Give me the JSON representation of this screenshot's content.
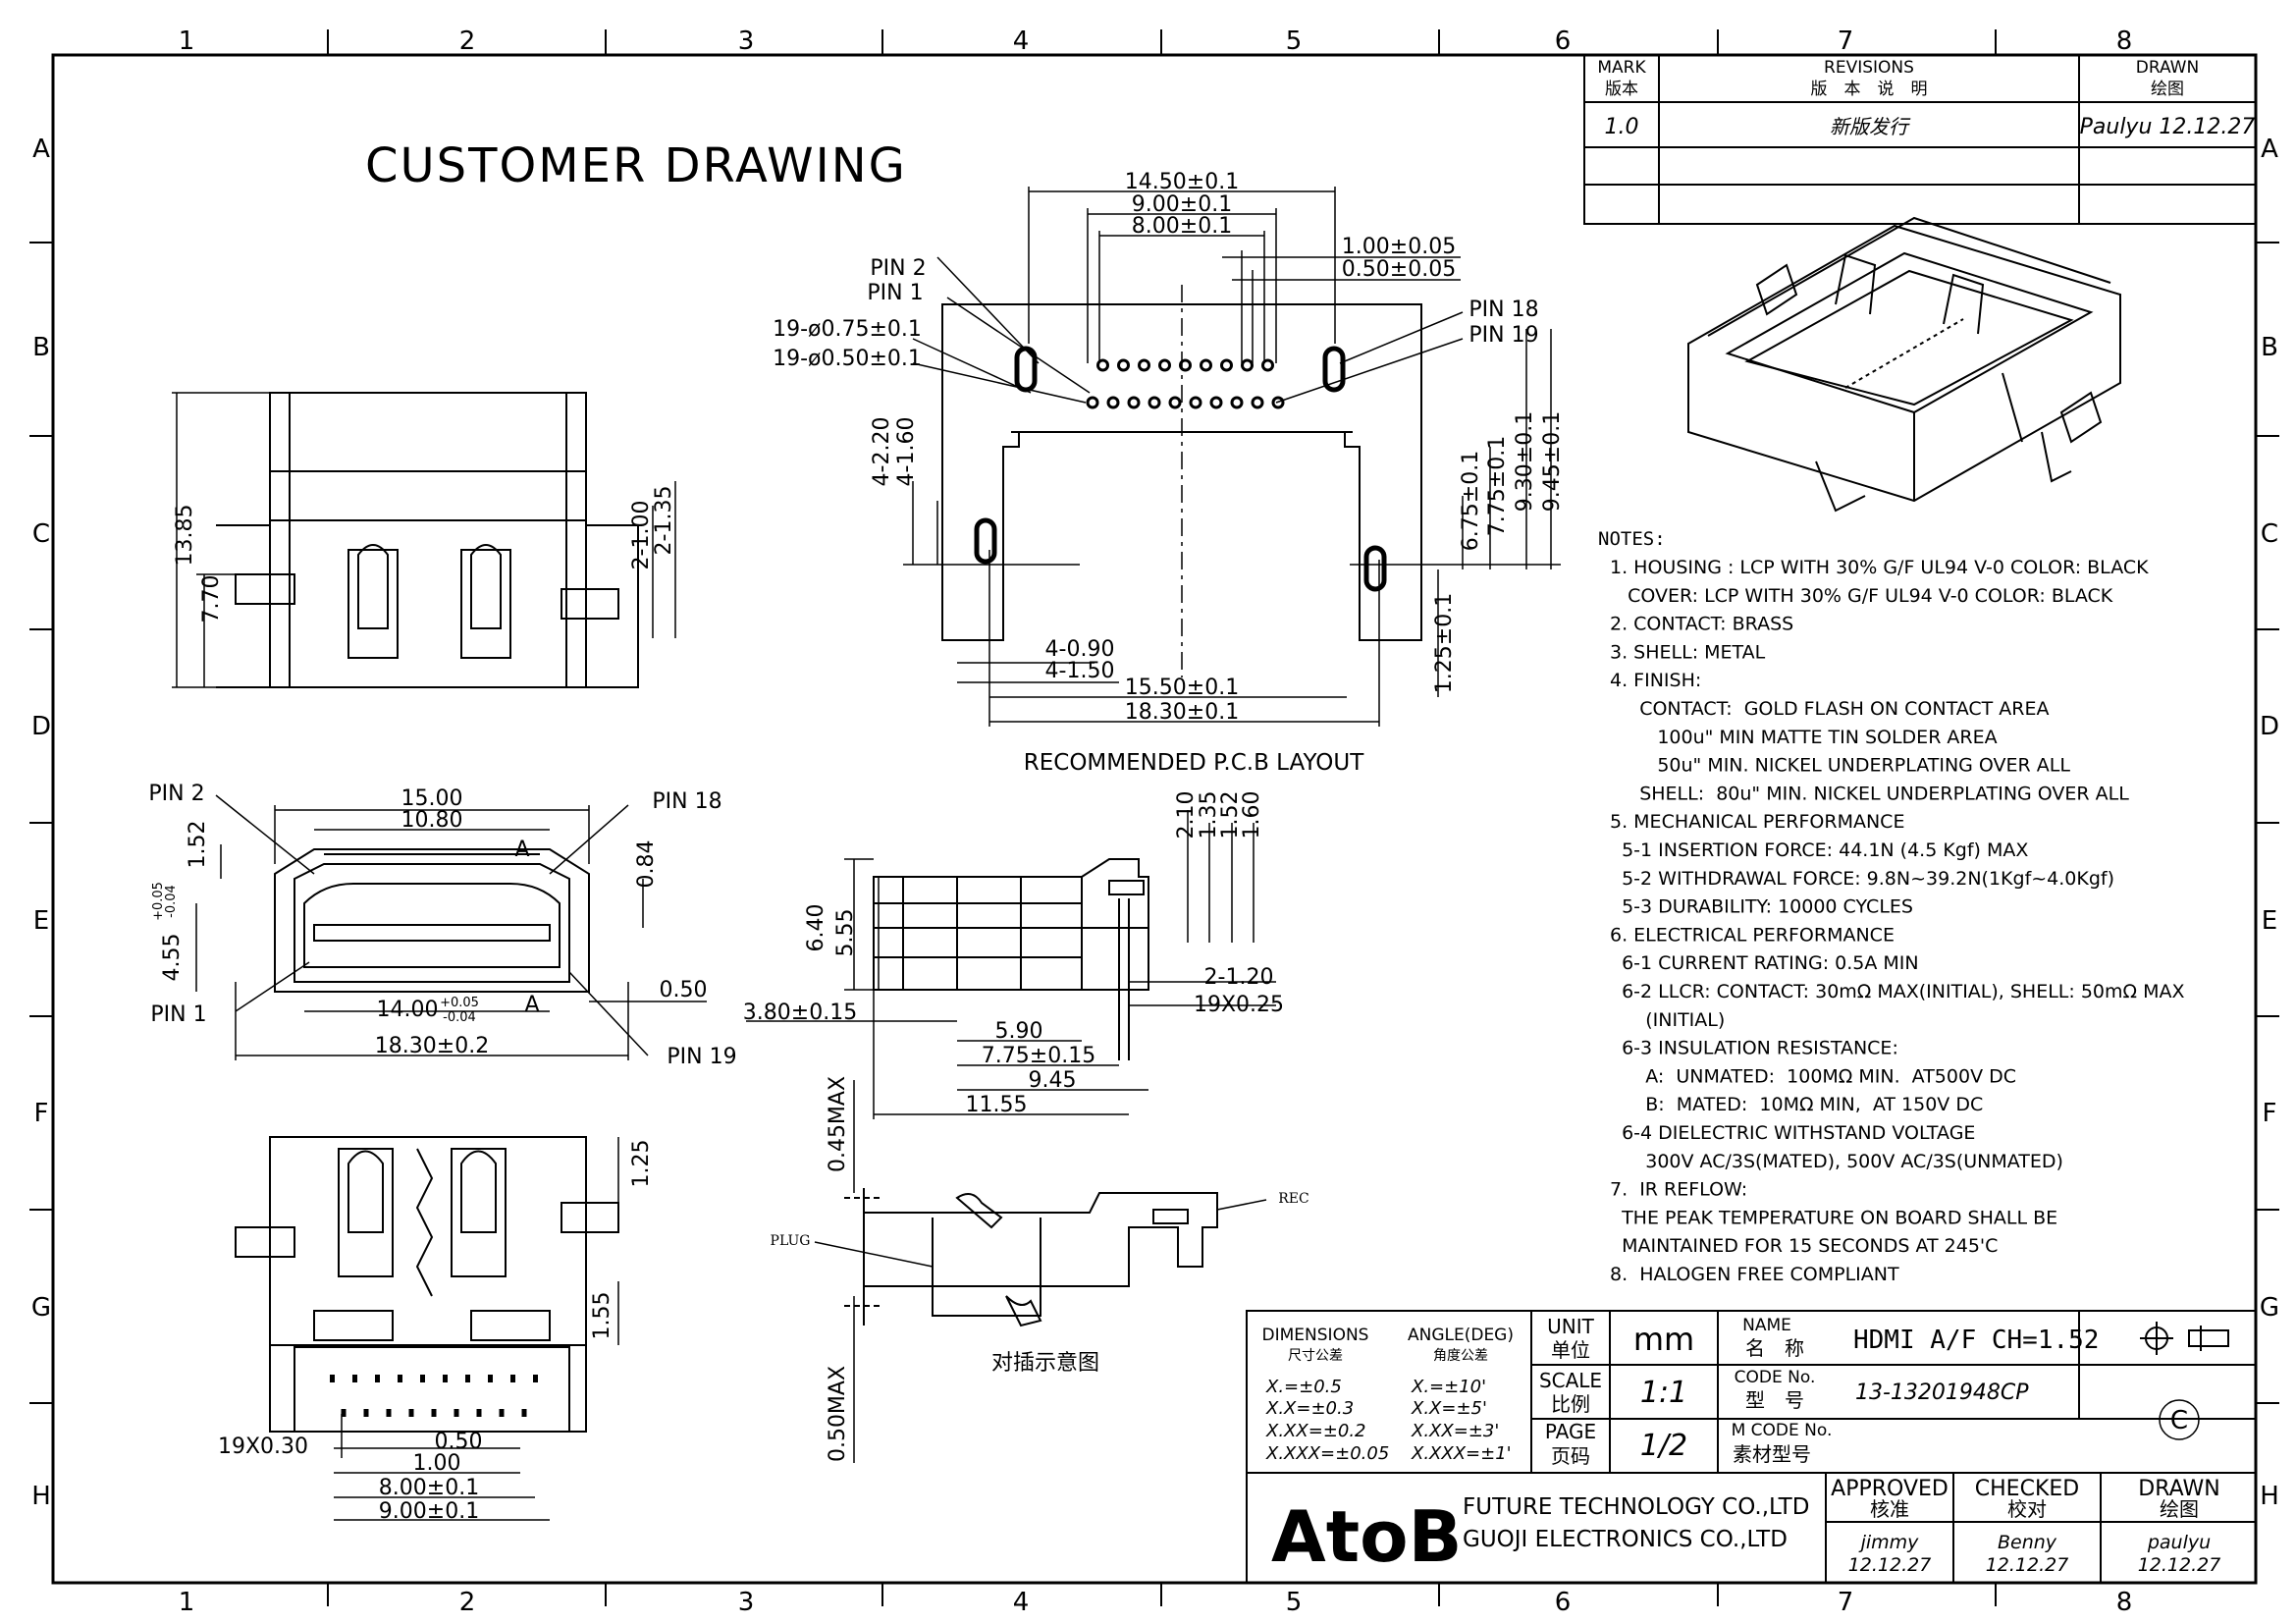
{
  "title": "CUSTOMER DRAWING",
  "border": {
    "columns": [
      "1",
      "2",
      "3",
      "4",
      "5",
      "6",
      "7",
      "8"
    ],
    "rows": [
      "A",
      "B",
      "C",
      "D",
      "E",
      "F",
      "G",
      "H"
    ]
  },
  "revisions": {
    "header": {
      "mark_en": "MARK",
      "mark_cn": "版本",
      "rev_en": "REVISIONS",
      "rev_cn": "版　本　说　明",
      "drawn_en": "DRAWN",
      "drawn_cn": "绘图"
    },
    "rows": [
      {
        "mark": "1.0",
        "desc": "新版发行",
        "drawn": "Paulyu 12.12.27"
      }
    ]
  },
  "pcb": {
    "caption": "RECOMMENDED P.C.B LAYOUT",
    "dims": [
      "14.50±0.1",
      "9.00±0.1",
      "8.00±0.1",
      "1.00±0.05",
      "0.50±0.05",
      "19-ø0.75±0.1",
      "19-ø0.50±0.1",
      "15.50±0.1",
      "18.30±0.1",
      "4-0.90",
      "4-1.50",
      "4-2.20",
      "4-1.60",
      "6.75±0.1",
      "7.75±0.1",
      "9.30±0.1",
      "9.45±0.1",
      "1.25±0.1"
    ],
    "pin_labels": [
      "PIN 2",
      "PIN 1",
      "PIN 18",
      "PIN 19"
    ]
  },
  "top_view": {
    "dims": [
      "13.85",
      "7.70",
      "2-1.00",
      "2-1.35"
    ]
  },
  "front_view": {
    "dims": [
      "15.00",
      "10.80",
      "1.52",
      "0.84",
      "4.55",
      "+0.05",
      "-0.04",
      "0.50",
      "14.00",
      "18.30±0.2",
      "A"
    ],
    "pin_labels": [
      "PIN 2",
      "PIN 18",
      "PIN 1",
      "PIN 19"
    ]
  },
  "bottom_view": {
    "dims": [
      "1.25",
      "1.55",
      "19X0.30",
      "0.50",
      "1.00",
      "8.00±0.1",
      "9.00±0.1"
    ]
  },
  "side_view": {
    "dims": [
      "2.10",
      "1.35",
      "1.52",
      "1.60",
      "6.40",
      "5.55",
      "2-1.20",
      "19X0.25",
      "3.80±0.15",
      "5.90",
      "7.75±0.15",
      "9.45",
      "11.55"
    ]
  },
  "mating_view": {
    "labels": {
      "rec": "REC",
      "plug": "PLUG",
      "caption": "对插示意图",
      "max1": "0.45MAX",
      "max2": "0.50MAX"
    }
  },
  "notes": {
    "heading": "NOTES:",
    "lines": [
      "1. HOUSING : LCP WITH 30% G/F UL94 V-0 COLOR: BLACK",
      "   COVER: LCP WITH 30% G/F UL94 V-0 COLOR: BLACK",
      "2. CONTACT: BRASS",
      "3. SHELL: METAL",
      "4. FINISH:",
      "     CONTACT:  GOLD FLASH ON CONTACT AREA",
      "        100u\" MIN MATTE TIN SOLDER AREA",
      "        50u\" MIN. NICKEL UNDERPLATING OVER ALL",
      "     SHELL:  80u\" MIN. NICKEL UNDERPLATING OVER ALL",
      "5. MECHANICAL PERFORMANCE",
      "  5-1 INSERTION FORCE: 44.1N (4.5 Kgf) MAX",
      "  5-2 WITHDRAWAL FORCE: 9.8N~39.2N(1Kgf~4.0Kgf)",
      "  5-3 DURABILITY: 10000 CYCLES",
      "6. ELECTRICAL PERFORMANCE",
      "  6-1 CURRENT RATING: 0.5A MIN",
      "  6-2 LLCR: CONTACT: 30mΩ MAX(INITIAL), SHELL: 50mΩ MAX",
      "      (INITIAL)",
      "  6-3 INSULATION RESISTANCE:",
      "      A:  UNMATED:  100MΩ MIN.  AT500V DC",
      "      B:  MATED:  10MΩ MIN,  AT 150V DC",
      "  6-4 DIELECTRIC WITHSTAND VOLTAGE",
      "      300V AC/3S(MATED), 500V AC/3S(UNMATED)",
      "7.  IR REFLOW:",
      "  THE PEAK TEMPERATURE ON BOARD SHALL BE",
      "  MAINTAINED FOR 15 SECONDS AT 245'C",
      "8.  HALOGEN FREE COMPLIANT"
    ]
  },
  "title_block": {
    "dimensions_en": "DIMENSIONS",
    "dimensions_cn": "尺寸公差",
    "angle_en": "ANGLE(DEG)",
    "angle_cn": "角度公差",
    "tol_dim": [
      "X.=±0.5",
      "X.X=±0.3",
      "X.XX=±0.2",
      "X.XXX=±0.05"
    ],
    "tol_ang": [
      "X.=±10'",
      "X.X=±5'",
      "X.XX=±3'",
      "X.XXX=±1'"
    ],
    "unit_en": "UNIT",
    "unit_cn": "单位",
    "unit_value": "mm",
    "scale_en": "SCALE",
    "scale_cn": "比例",
    "scale_value": "1:1",
    "page_en": "PAGE",
    "page_cn": "页码",
    "page_value": "1/2",
    "name_en": "NAME",
    "name_cn": "名　称",
    "name_value": "HDMI A/F CH=1.52",
    "code_en": "CODE No.",
    "code_cn": "型　号",
    "code_value": "13-13201948CP",
    "mcode_en": "M CODE No.",
    "mcode_cn": "素材型号",
    "copyright": "C",
    "logo": "AtoB",
    "company1": "FUTURE TECHNOLOGY CO.,LTD",
    "company2": "GUOJI ELECTRONICS CO.,LTD",
    "approved_en": "APPROVED",
    "approved_cn": "核准",
    "approved_name": "jimmy",
    "approved_date": "12.12.27",
    "checked_en": "CHECKED",
    "checked_cn": "校对",
    "checked_name": "Benny",
    "checked_date": "12.12.27",
    "drawn_en": "DRAWN",
    "drawn_cn": "绘图",
    "drawn_name": "paulyu",
    "drawn_date": "12.12.27"
  }
}
